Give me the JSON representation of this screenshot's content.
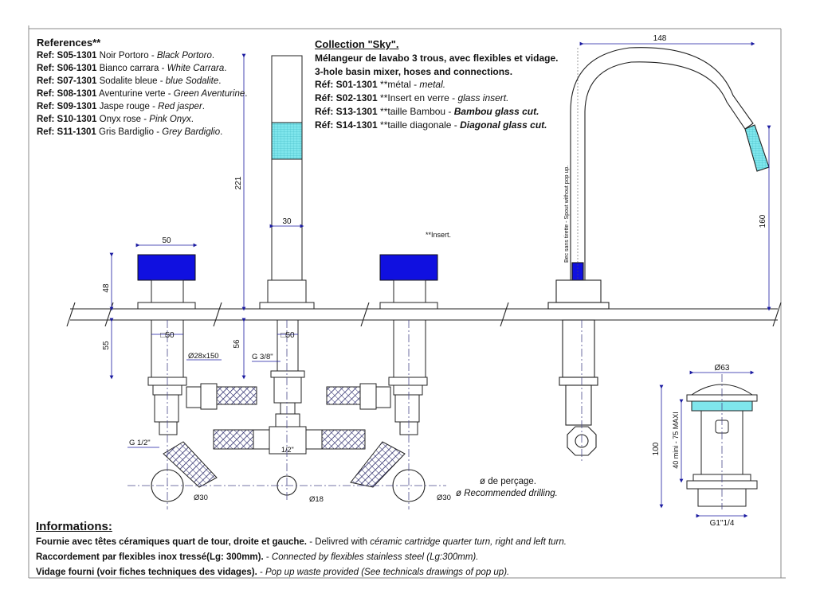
{
  "references": {
    "title": "References**",
    "items": [
      {
        "ref": "Ref: S05-1301",
        "fr": "Noir Portoro -",
        "en": "Black Portoro",
        "end": "."
      },
      {
        "ref": "Ref: S06-1301",
        "fr": "Bianco carrara -",
        "en": "White Carrara",
        "end": "."
      },
      {
        "ref": "Ref: S07-1301",
        "fr": "Sodalite bleue -",
        "en": "blue Sodalite",
        "end": "."
      },
      {
        "ref": "Ref: S08-1301",
        "fr": "Aventurine verte -",
        "en": "Green Aventurine",
        "end": "."
      },
      {
        "ref": "Ref: S09-1301",
        "fr": "Jaspe rouge -",
        "en": "Red jasper",
        "end": "."
      },
      {
        "ref": "Ref: S10-1301",
        "fr": "Onyx rose -",
        "en": "Pink Onyx",
        "end": "."
      },
      {
        "ref": "Ref: S11-1301",
        "fr": "Gris Bardiglio -",
        "en": "Grey Bardiglio",
        "end": "."
      }
    ]
  },
  "collection": {
    "title": "Collection \"Sky\".",
    "line1": "Mélangeur de lavabo 3 trous, avec flexibles et vidage.",
    "line2": "3-hole basin mixer, hoses and connections.",
    "refs": [
      {
        "ref": "Réf: S01-1301",
        "fr": " **métal - ",
        "en": "metal."
      },
      {
        "ref": "Réf: S02-1301",
        "fr": " **Insert en verre - ",
        "en": "glass insert."
      },
      {
        "ref": "Réf: S13-1301",
        "fr": " **taille Bambou - ",
        "en": "Bambou glass cut."
      },
      {
        "ref": "Réf: S14-1301",
        "fr": " **taille diagonale - ",
        "en": "Diagonal glass cut."
      }
    ]
  },
  "drawing": {
    "dim_148": "148",
    "dim_160": "160",
    "dim_221": "221",
    "dim_30": "30",
    "dim_50_top": "50",
    "dim_48": "48",
    "dim_55": "55",
    "dim_56": "56",
    "sq_50_left": "□50",
    "sq_50_center": "□50",
    "pipe": "Ø28x150",
    "g38": "G 3/8\"",
    "g12": "G 1/2\"",
    "half_inch": "1/2\"",
    "insert_label": "**Insert.",
    "spout_note": "Bec sans tirette - Spout without pop up.",
    "hole_left": "Ø30",
    "hole_center": "Ø18",
    "hole_right": "Ø30",
    "popup_top": "Ø63",
    "popup_height": "100",
    "popup_range": "40 mini - 75 MAXI",
    "popup_thread": "G1\"1/4"
  },
  "drilling": {
    "fr": "ø de perçage.",
    "en": "ø Recommended drilling."
  },
  "informations": {
    "title": "Informations:",
    "line1_fr": "Fournie avec têtes céramiques quart de tour, droite et gauche.",
    "line1_mid": " - Delivred with ",
    "line1_en": "céramic cartridge quarter turn, right and left turn.",
    "line2_fr": "Raccordement par flexibles inox tressé(Lg: 300mm).",
    "line2_sep": " - ",
    "line2_en": "Connected by flexibles stainless steel (Lg:300mm).",
    "line3_fr": "Vidage fourni (voir fiches techniques des vidages).",
    "line3_sep": " - ",
    "line3_en": "Pop up waste provided (See technicals drawings of pop up)."
  },
  "colors": {
    "handle_blue": "#1010e0",
    "glass_cyan": "#7fe6ec",
    "dim_blue": "#1a1aa0",
    "hatch": "#2c2c6c"
  }
}
